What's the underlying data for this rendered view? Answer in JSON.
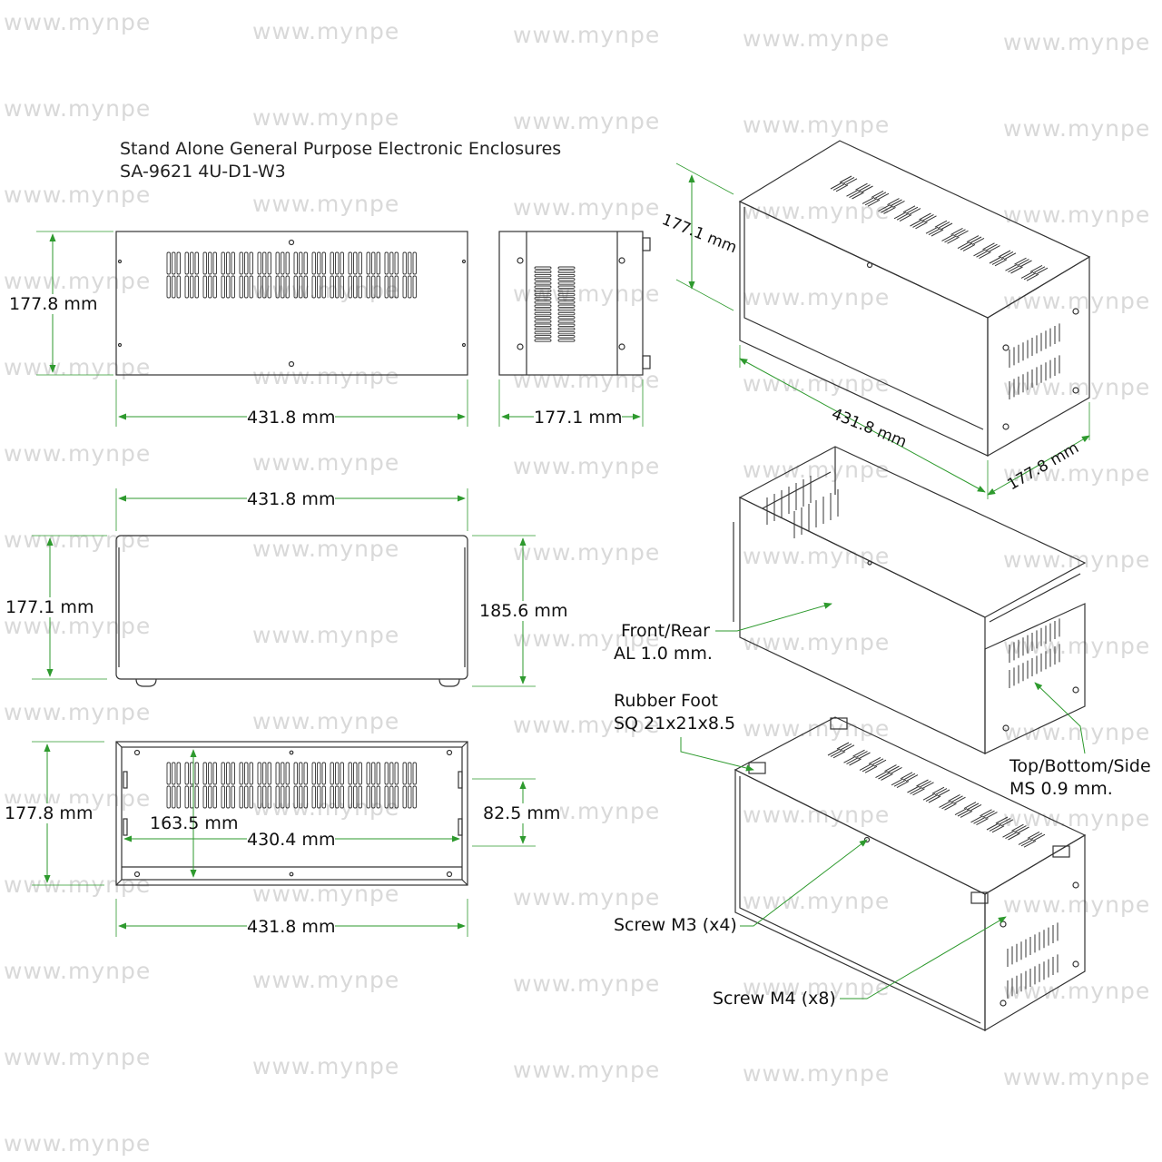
{
  "title": {
    "line1": "Stand Alone General Purpose Electronic Enclosures",
    "line2": "SA-9621 4U-D1-W3"
  },
  "watermark": "www.mynpe",
  "colors": {
    "dimension": "#2e9a2e",
    "outline": "#333333",
    "watermark": "#d9d9d9"
  },
  "dimensions": {
    "front_height": "177.8 mm",
    "front_width": "431.8 mm",
    "side_depth": "177.1 mm",
    "top_width": "431.8 mm",
    "top_depth": "177.1 mm",
    "top_depth_with_feet": "185.6 mm",
    "rear_height": "177.8 mm",
    "rear_inner_height": "163.5 mm",
    "rear_inner_width": "430.4 mm",
    "rear_slot_height": "82.5 mm",
    "rear_width": "431.8 mm",
    "iso_depth": "177.1 mm",
    "iso_width": "431.8 mm",
    "iso_height": "177.8 mm"
  },
  "callouts": {
    "front_rear": [
      "Front/Rear",
      "AL 1.0 mm."
    ],
    "rubber_foot": [
      "Rubber Foot",
      "SQ 21x21x8.5"
    ],
    "top_bottom_side": [
      "Top/Bottom/Side",
      "MS 0.9 mm."
    ],
    "screw_m3": "Screw M3 (x4)",
    "screw_m4": "Screw M4 (x8)"
  }
}
